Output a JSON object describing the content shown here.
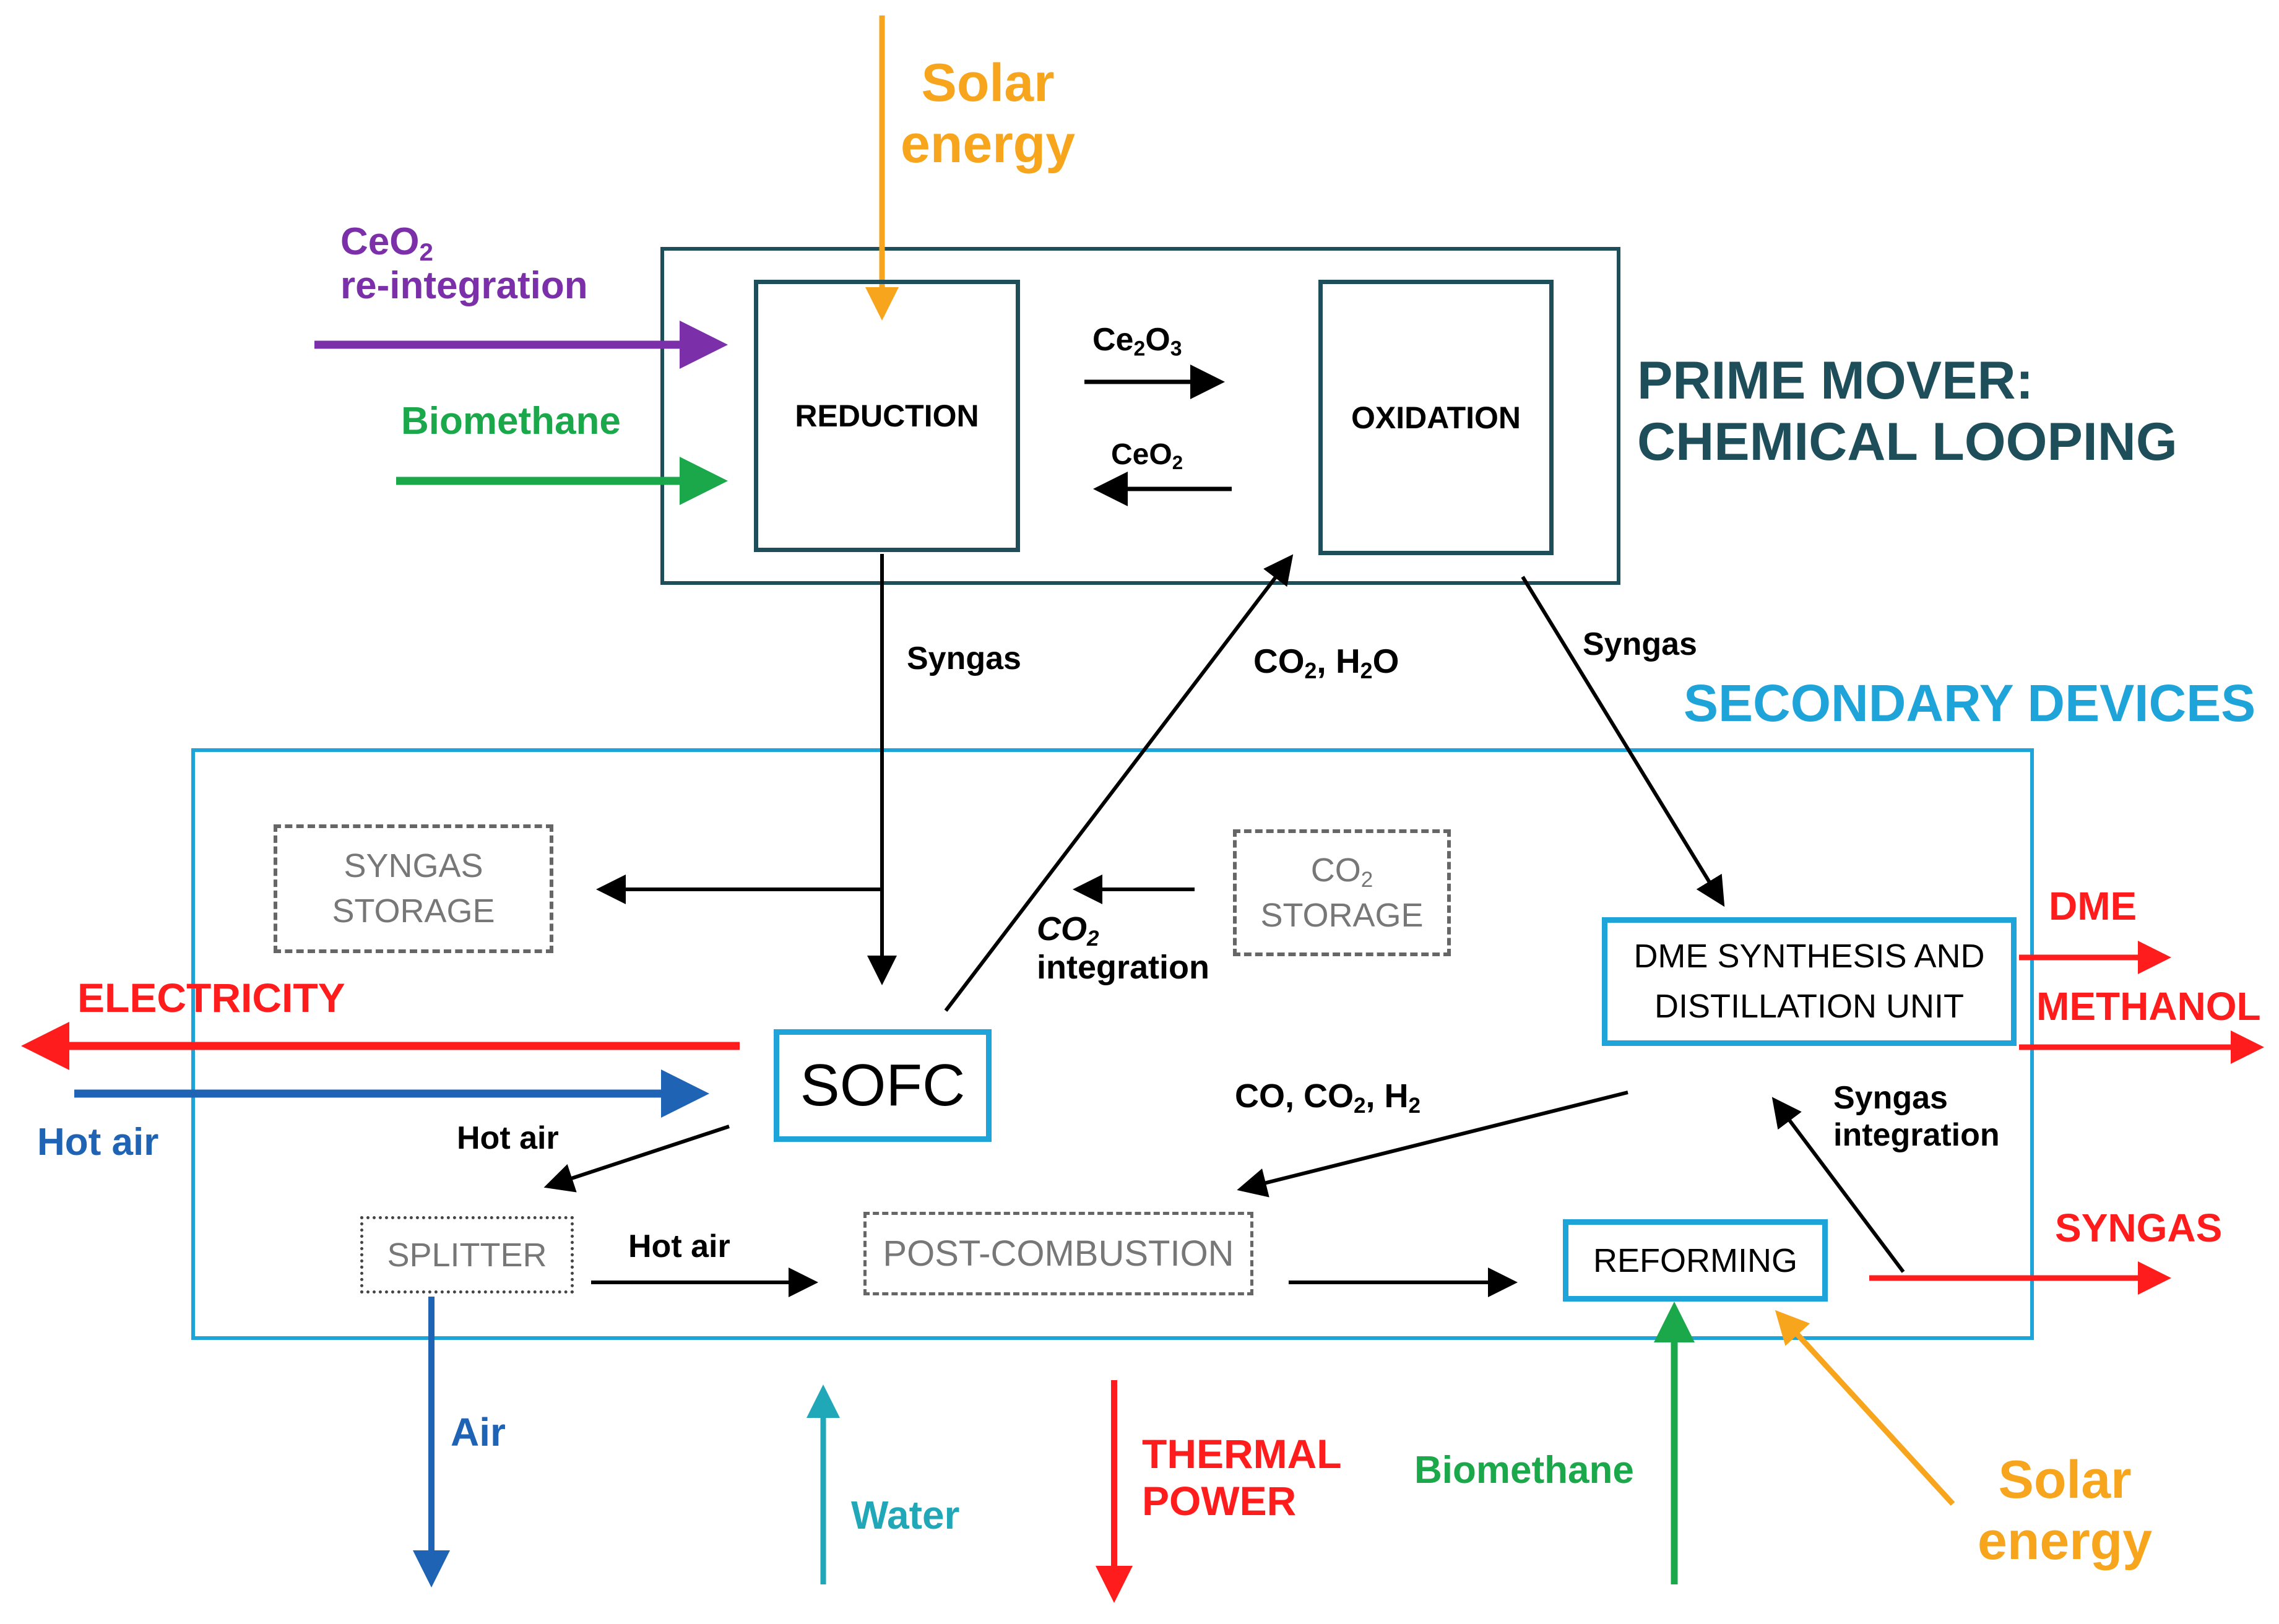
{
  "colors": {
    "prime_frame": "#1f4e5b",
    "secondary_frame": "#1ea4d9",
    "output": "#ff1c1c",
    "solar": "#f7a51c",
    "ceo2": "#7b2fa8",
    "biomethane": "#1aa84b",
    "hot_air": "#1f63b5",
    "water": "#20a7b8",
    "storage_text": "#777777",
    "black": "#000000"
  },
  "prime_mover": {
    "title_line1": "PRIME MOVER:",
    "title_line2": "CHEMICAL LOOPING",
    "reduction": "REDUCTION",
    "oxidation": "OXIDATION",
    "ce2o3_main": "Ce",
    "ce2o3_sub1": "2",
    "ce2o3_mid": "O",
    "ce2o3_sub2": "3",
    "ceo2_main": "CeO",
    "ceo2_sub": "2"
  },
  "inputs_top": {
    "solar_line1": "Solar",
    "solar_line2": "energy",
    "ceo2_line1_main": "CeO",
    "ceo2_line1_sub": "2",
    "ceo2_line2": "re-integration",
    "biomethane": "Biomethane"
  },
  "flows": {
    "syngas_left": "Syngas",
    "syngas_right": "Syngas",
    "co2_h2o_a": "CO",
    "co2_h2o_sub": "2",
    "co2_h2o_b": ", H",
    "co2_h2o_sub2": "2",
    "co2_h2o_c": "O",
    "co2_integration_main": "CO",
    "co2_integration_sub": "2",
    "co2_integration_word": "integration",
    "co_co2_h2_a": "CO, CO",
    "co_co2_h2_sub": "2",
    "co_co2_h2_b": ", H",
    "co_co2_h2_sub2": "2",
    "hot_air_sofc": "Hot air",
    "hot_air_splitter": "Hot air",
    "syngas_integration_line1": "Syngas",
    "syngas_integration_line2": "integration"
  },
  "secondary": {
    "title": "SECONDARY DEVICES",
    "syngas_storage_line1": "SYNGAS",
    "syngas_storage_line2": "STORAGE",
    "co2_storage_main": "CO",
    "co2_storage_sub": "2",
    "co2_storage_line2": "STORAGE",
    "sofc": "SOFC",
    "dme_line1": "DME SYNTHESIS AND",
    "dme_line2": "DISTILLATION UNIT",
    "splitter": "SPLITTER",
    "post_combustion": "POST-COMBUSTION",
    "reforming": "REFORMING"
  },
  "outputs": {
    "electricity": "ELECTRICITY",
    "hot_air_in": "Hot air",
    "dme": "DME",
    "methanol": "METHANOL",
    "syngas": "SYNGAS",
    "air": "Air",
    "water": "Water",
    "thermal_line1": "THERMAL",
    "thermal_line2": "POWER",
    "biomethane_bottom": "Biomethane",
    "solar_bottom_line1": "Solar",
    "solar_bottom_line2": "energy"
  }
}
